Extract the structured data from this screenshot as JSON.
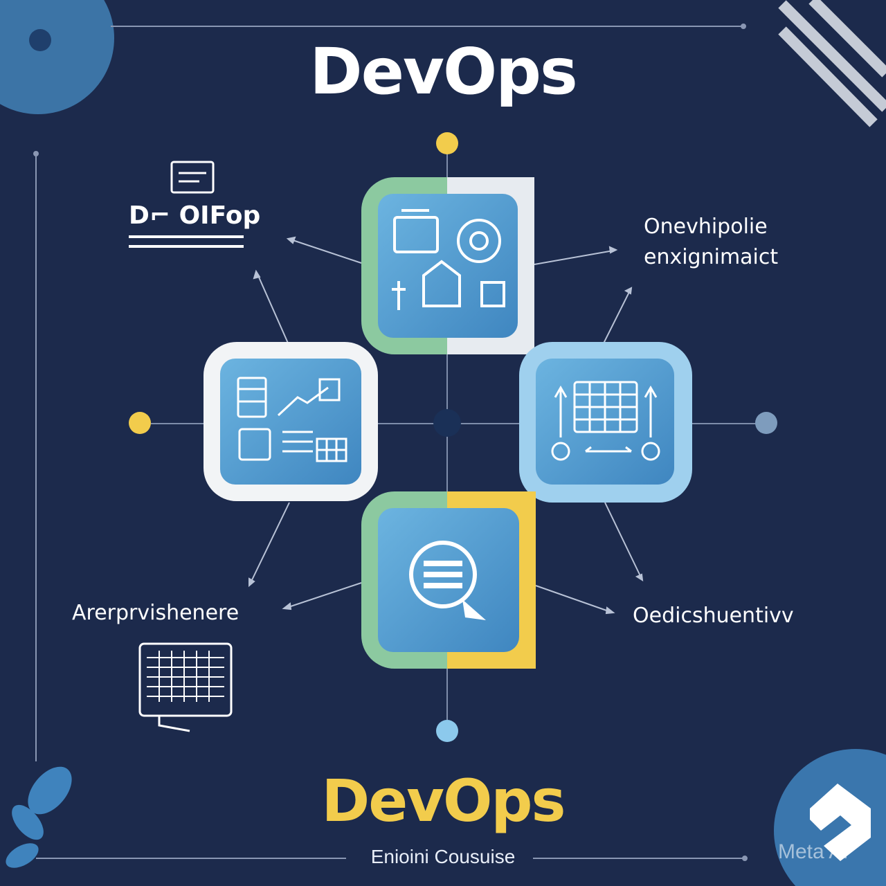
{
  "header": {
    "title": "DevOps"
  },
  "footer": {
    "title": "DevOps",
    "subtitle": "Enioini Cousuise"
  },
  "labels": {
    "top_left": "D⌐ OIFop",
    "top_right_line1": "Onevhipolie",
    "top_right_line2": "enxignimaict",
    "bottom_left": "Arerprvishenere",
    "bottom_right": "Oedicshuentivv"
  },
  "watermark": "Meta AI",
  "colors": {
    "background": "#1c2a4c",
    "accent_yellow": "#f2cc4c",
    "accent_light_blue": "#8cc9ec",
    "accent_green": "#8cc9a0",
    "tile_blue": "#4f9dd0"
  },
  "nodes": [
    {
      "id": "top",
      "icon": "dashboard-tools-icon"
    },
    {
      "id": "left",
      "icon": "analytics-chart-icon"
    },
    {
      "id": "right",
      "icon": "calendar-board-icon"
    },
    {
      "id": "bottom",
      "icon": "chat-search-icon"
    }
  ]
}
